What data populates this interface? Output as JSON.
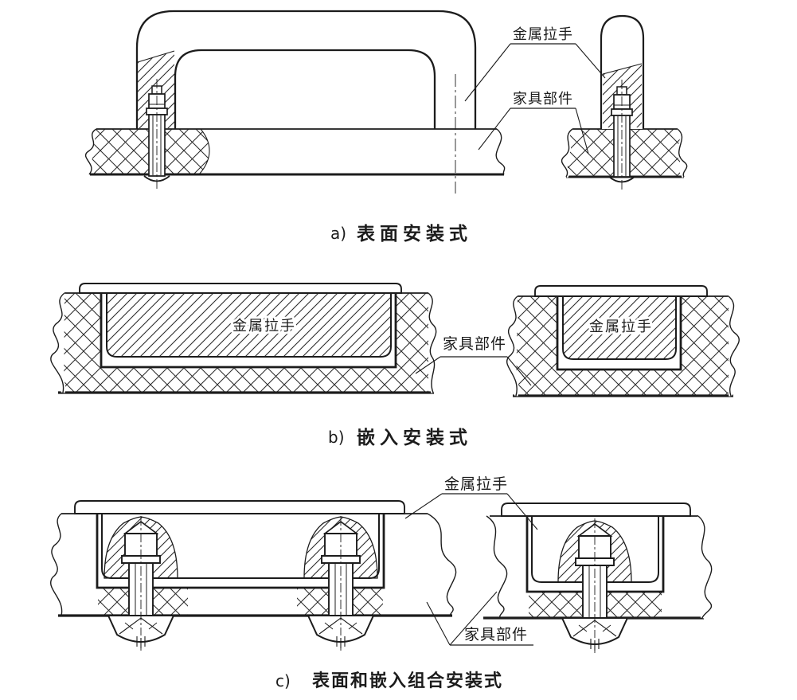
{
  "figure": {
    "colors": {
      "background": "#ffffff",
      "ink": "#1c1c1c"
    },
    "labels": {
      "metal_handle": "金属拉手",
      "furniture_part": "家具部件"
    },
    "sections": {
      "a": {
        "prefix": "a)",
        "title": "表面安装式"
      },
      "b": {
        "prefix": "b)",
        "title": "嵌入安装式"
      },
      "c": {
        "prefix": "c)",
        "title": "表面和嵌入组合安装式"
      }
    }
  }
}
